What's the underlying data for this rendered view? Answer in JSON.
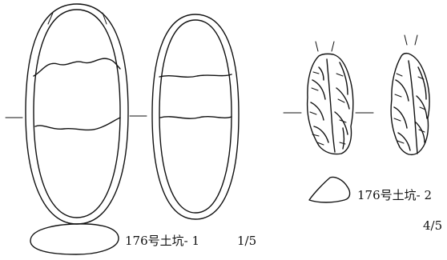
{
  "labels": {
    "item1": "176号土坑- 1",
    "scale1": "1/5",
    "item2": "176号土坑- 2",
    "scale2": "4/5"
  }
}
